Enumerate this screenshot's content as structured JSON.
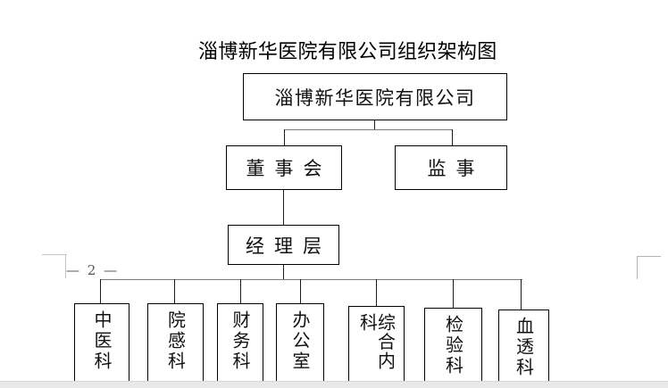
{
  "document": {
    "title": "淄博新华医院有限公司组织架构图",
    "page_number": "— 2 —"
  },
  "org": {
    "root": {
      "label": "淄博新华医院有限公司"
    },
    "board": {
      "label": "董事会"
    },
    "supervisor": {
      "label": "监事"
    },
    "management": {
      "label": "经理层"
    },
    "departments": [
      "中医科",
      "院感科",
      "财务科",
      "办公室",
      "综合内科",
      "检验科",
      "血透科"
    ]
  },
  "colors": {
    "box_border": "#000000",
    "connector_horizontal": "#7d7d7d",
    "connector_vertical": "#1a1a1a",
    "text": "#111111",
    "page_number": "#555555",
    "margin_mark": "#c4c4c4",
    "bottom_strip": "#e9e9e9"
  }
}
